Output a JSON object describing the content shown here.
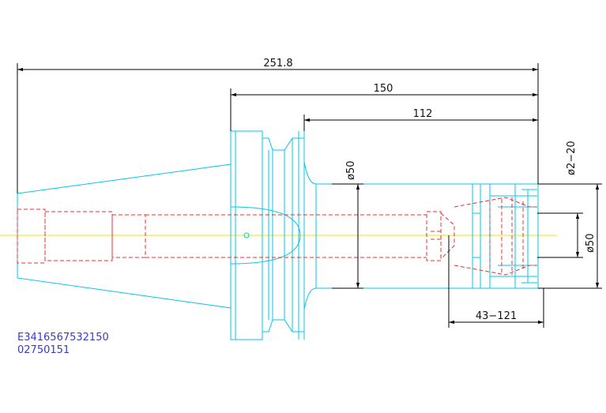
{
  "dimensions": {
    "overall_length": "251.8",
    "flange_length": "150",
    "body_length": "112",
    "body_diameter": "ø50",
    "nose_diameter": "ø50",
    "clamping_range": "ø2−20",
    "insertion_depth": "43−121"
  },
  "part_codes": {
    "code_line1": "E3416567532150",
    "code_line2": "02750151"
  },
  "colors": {
    "outline": "#00c8e8",
    "hidden": "#e83030",
    "centerline": "#e8e800",
    "dimension": "#000000",
    "code_text": "#3a3acc"
  }
}
